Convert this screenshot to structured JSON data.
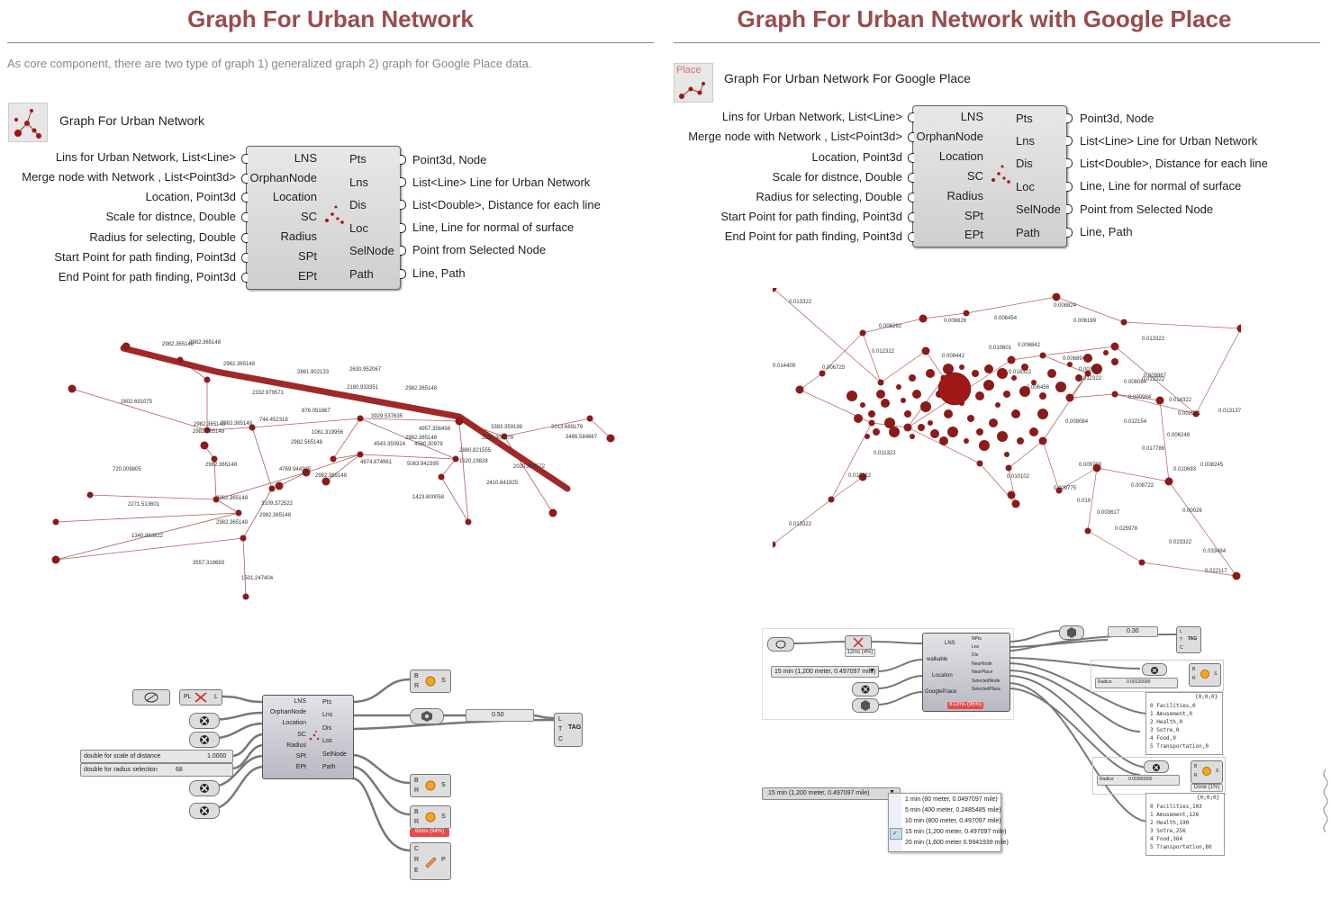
{
  "left": {
    "title": "Graph For Urban Network",
    "intro": "As core component, there are two type of graph 1) generalized graph 2) graph for Google Place data.",
    "component_label": "Graph For Urban Network",
    "inputs": [
      "Lins for Urban Network,  List<Line>",
      "Merge node with Network , List<Point3d>",
      "Location, Point3d",
      "Scale for distnce, Double",
      "Radius for selecting, Double",
      "Start Point for path finding,  Point3d",
      "End Point for path finding, Point3d"
    ],
    "comp_inputs": [
      "LNS",
      "OrphanNode",
      "Location",
      "SC",
      "Radius",
      "SPt",
      "EPt"
    ],
    "comp_outputs": [
      "Pts",
      "Lns",
      "Dis",
      "Loc",
      "SelNode",
      "Path"
    ],
    "outputs": [
      "Point3d, Node",
      "List<Line> Line for Urban Network",
      "List<Double>, Distance for each line",
      "Line, Line for normal of surface",
      "Point from Selected Node",
      "Line, Path"
    ],
    "graph_labels": [
      "2982.365148",
      "2982.365148",
      "2982.365148",
      "2861.902133",
      "2630.952067",
      "2802.691075",
      "2332.979571",
      "2180.933351",
      "2982.365148",
      "876.051867",
      "2982.365148",
      "744.452318",
      "3929.537635",
      "2982.365148",
      "4957.356458",
      "3383.359198",
      "2013.689179",
      "3486.584867",
      "2982.365148",
      "2982.365148",
      "1061.319956",
      "2982.565148",
      "4543.350924",
      "4580.30978",
      "2880.821555",
      "1520.19828",
      "2533.307178",
      "720.009805",
      "2982.365148",
      "4769.944305",
      "2982.365148",
      "4674.874961",
      "5083.942395",
      "2030.984572",
      "2410.841925",
      "2271.513601",
      "3109.372522",
      "2982.365148",
      "2982.365148",
      "1423.800058",
      "2982.365148",
      "1340.883822",
      "3557.318693",
      "1501.247404"
    ],
    "gh": {
      "lns": "LNS",
      "orphan": "OrphanNode",
      "location": "Location",
      "sc": "SC",
      "radius": "Radius",
      "spt": "SPt",
      "ept": "EPt",
      "pts": "Pts",
      "lnsout": "Lns",
      "dis": "Dis",
      "loc": "Loc",
      "selnode": "SelNode",
      "path": "Path",
      "slider_scale_label": "double for scale of distance",
      "slider_scale_value": "1.0000",
      "slider_radius_label": "double for radius selection",
      "slider_radius_value": "68",
      "slider_050": "0.50",
      "pl": "PL",
      "l": "L",
      "err": "63ms (94%)",
      "br_b": "B",
      "br_r": "R",
      "br_s": "S",
      "ltc_l": "L",
      "ltc_t": "T",
      "ltc_c": "C",
      "tag": "TAG",
      "crep_c": "C",
      "crep_r": "R",
      "crep_e": "E",
      "crep_p": "P"
    }
  },
  "right": {
    "title": "Graph For Urban Network with Google Place",
    "component_label": "Graph For Urban Network For Google Place",
    "icon_text": "Place",
    "inputs": [
      "Lins for Urban Network,  List<Line>",
      "Merge node with Network , List<Point3d>",
      "Location, Point3d",
      "Scale for distnce, Double",
      "Radius for selecting, Double",
      "Start Point for path finding,  Point3d",
      "End Point for path finding, Point3d"
    ],
    "comp_inputs": [
      "LNS",
      "OrphanNode",
      "Location",
      "SC",
      "Radius",
      "SPt",
      "EPt"
    ],
    "comp_outputs": [
      "Pts",
      "Lns",
      "Dis",
      "Loc",
      "SelNode",
      "Path"
    ],
    "outputs": [
      "Point3d, Node",
      "List<Line> Line for Urban Network",
      "List<Double>, Distance for each line",
      "Line, Line for normal of surface",
      "Point from Selected Node",
      "Line, Path"
    ],
    "graph_labels": [
      "0.013322",
      "0.008292",
      "0.006626",
      "0.006454",
      "0.008824",
      "0.006189",
      "0.013322",
      "0.012322",
      "0.010601",
      "0.006842",
      "0.008442",
      "0.006725",
      "0.018322",
      "0.006894",
      "0.003302",
      "0.013322",
      "0.006456",
      "0.012322",
      "0.009967",
      "0.008084",
      "0.000984",
      "0.014322",
      "0.002051",
      "0.013137",
      "0.014409",
      "0.009084",
      "0.012154",
      "0.006248",
      "0.017786",
      "0.010693",
      "0.008245",
      "0.009703",
      "0.010102",
      "0.009775",
      "0.008722",
      "0.013322",
      "0.019",
      "0.003617",
      "0.00026",
      "0.013322",
      "0.025978",
      "0.023322",
      "0.033484",
      "0.022117",
      "0.011322"
    ],
    "gh": {
      "lns": "LNS",
      "walkable": "walkable",
      "location": "Location",
      "googleplace": "GoogleP.lace",
      "npts": "NPts",
      "lns_out": "Lns",
      "dis": "Dis",
      "nearnode": "NearNode",
      "nearplace": "NearPlace",
      "selectednode": "SelectedNode",
      "selectedplace": "SelectedPlace",
      "err": "612ms (95%)",
      "dd_value": "15 min (1,200 meter, 0.497097 mile)",
      "slider_030": "0.30",
      "radius1_label": "Radius",
      "radius1_value": "0.00120000",
      "radius2_label": "Radius",
      "radius2_value": "0.00000000",
      "err_small": "12ms (4%)",
      "tag": "TAG",
      "ltc_l": "L",
      "ltc_t": "T",
      "ltc_c": "C",
      "br_b": "B",
      "br_r": "R",
      "br_s": "S",
      "done": "Done (1%)",
      "panel1_header": "{0;0;0}",
      "panel2_header": "{0;0;0}",
      "panel1_lines": [
        "0 Facilities,0",
        "1 Amusement,0",
        "2 Health,0",
        "3 Sotre,0",
        "4 Food,0",
        "5 Transportation,0"
      ],
      "panel2_lines": [
        "0 Facilities,103",
        "1 Amusement,126",
        "2 Health,190",
        "3 Sotre,256",
        "4 Food,364",
        "5 Transportation,80"
      ],
      "dd2_value": "15 min (1,200 meter, 0.497097 mile)",
      "dd_options": [
        "1 min (80 meter, 0.0497097 mile)",
        "5 min (400 meter, 0.2485485 mile)",
        "10 min (800 meter, 0.497097 mile)",
        "15 min (1,200 meter, 0.497097 mile)",
        "20 min (1,600 meter 0.9941939 mile)"
      ],
      "dd_check": "✓"
    }
  },
  "colors": {
    "title": "#9a4b4b",
    "node": "#8b1a1a",
    "line": "#b06060",
    "path": "#a02828"
  }
}
